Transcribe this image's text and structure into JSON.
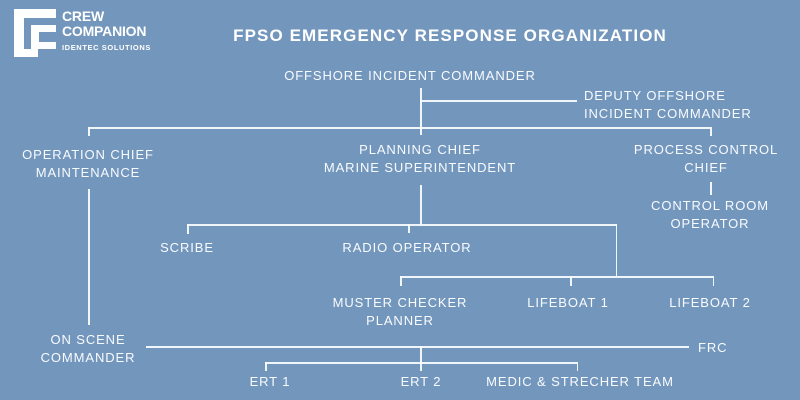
{
  "brand": {
    "logo_icon": "crew-companion-monogram",
    "name_line1": "CREW",
    "name_line2": "COMPANION",
    "subtitle": "IDENTEC SOLUTIONS"
  },
  "title": "FPSO EMERGENCY RESPONSE ORGANIZATION",
  "colors": {
    "background": "#7396BC",
    "foreground": "#FFFFFF"
  },
  "org": {
    "nodes": {
      "offshore_incident_commander": "OFFSHORE INCIDENT COMMANDER",
      "deputy_offshore_incident_commander": "DEPUTY OFFSHORE\nINCIDENT COMMANDER",
      "operation_chief_maintenance": "OPERATION CHIEF\nMAINTENANCE",
      "planning_chief_marine_superintendent": "PLANNING CHIEF\nMARINE SUPERINTENDENT",
      "process_control_chief": "PROCESS CONTROL\nCHIEF",
      "control_room_operator": "CONTROL ROOM\nOPERATOR",
      "scribe": "SCRIBE",
      "radio_operator": "RADIO OPERATOR",
      "muster_checker_planner": "MUSTER CHECKER\nPLANNER",
      "lifeboat_1": "LIFEBOAT 1",
      "lifeboat_2": "LIFEBOAT 2",
      "on_scene_commander": "ON SCENE\nCOMMANDER",
      "frc": "FRC",
      "ert_1": "ERT 1",
      "ert_2": "ERT 2",
      "medic_strecher_team": "MEDIC & STRECHER TEAM"
    },
    "edges": [
      {
        "from": "offshore_incident_commander",
        "to": "deputy_offshore_incident_commander"
      },
      {
        "from": "offshore_incident_commander",
        "to": "operation_chief_maintenance"
      },
      {
        "from": "offshore_incident_commander",
        "to": "planning_chief_marine_superintendent"
      },
      {
        "from": "offshore_incident_commander",
        "to": "process_control_chief"
      },
      {
        "from": "process_control_chief",
        "to": "control_room_operator"
      },
      {
        "from": "planning_chief_marine_superintendent",
        "to": "scribe"
      },
      {
        "from": "planning_chief_marine_superintendent",
        "to": "radio_operator"
      },
      {
        "from": "planning_chief_marine_superintendent",
        "to": "muster_checker_planner"
      },
      {
        "from": "planning_chief_marine_superintendent",
        "to": "lifeboat_1"
      },
      {
        "from": "planning_chief_marine_superintendent",
        "to": "lifeboat_2"
      },
      {
        "from": "operation_chief_maintenance",
        "to": "on_scene_commander"
      },
      {
        "from": "on_scene_commander",
        "to": "frc"
      },
      {
        "from": "on_scene_commander",
        "to": "ert_1"
      },
      {
        "from": "on_scene_commander",
        "to": "ert_2"
      },
      {
        "from": "on_scene_commander",
        "to": "medic_strecher_team"
      }
    ]
  }
}
